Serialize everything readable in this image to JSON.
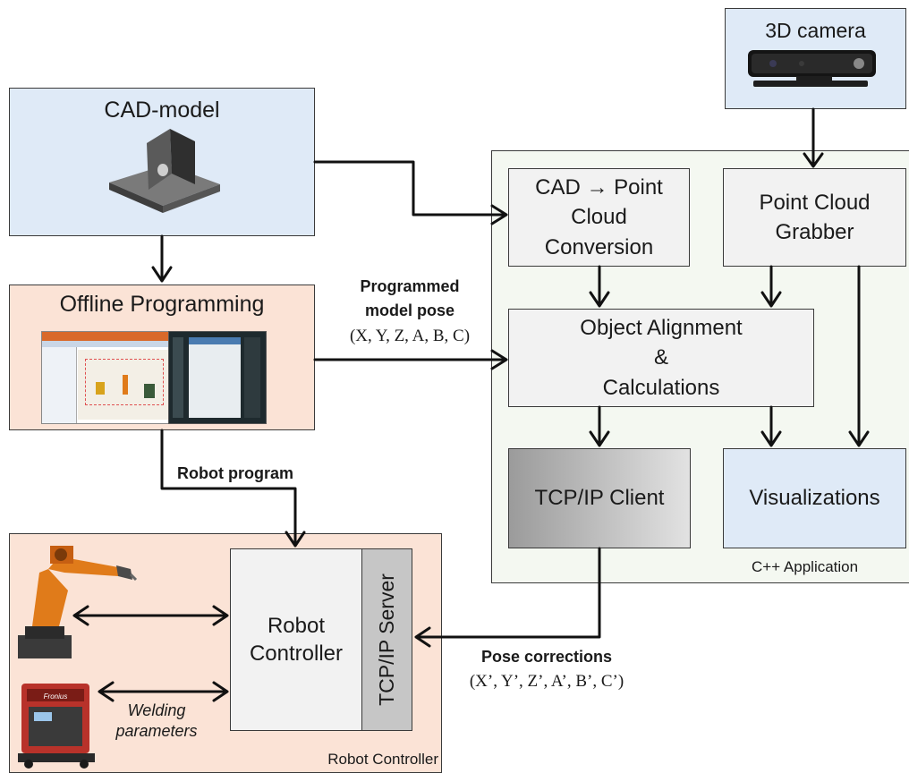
{
  "diagram": {
    "camera": {
      "title": "3D camera"
    },
    "cad": {
      "title": "CAD-model"
    },
    "offline": {
      "title": "Offline Programming"
    },
    "app": {
      "label": "C++ Application",
      "cad_to_point_lines": [
        "CAD → Point",
        "Cloud",
        "Conversion"
      ],
      "grabber_lines": [
        "Point Cloud",
        "Grabber"
      ],
      "alignment_lines": [
        "Object Alignment",
        "&",
        "Calculations"
      ],
      "tcp_client": "TCP/IP Client",
      "visualizations": "Visualizations"
    },
    "edges": {
      "programmed_pose_lines": [
        "Programmed",
        "model pose"
      ],
      "programmed_pose_values": "(X, Y, Z, A, B, C)",
      "robot_program": "Robot program",
      "pose_corrections": "Pose corrections",
      "pose_corrections_values": "(X’, Y’, Z’, A’, B’, C’)",
      "welding_parameters_lines": [
        "Welding",
        "parameters"
      ]
    },
    "controller": {
      "label": "Robot Controller",
      "inner_lines": [
        "Robot",
        "Controller"
      ],
      "server": "TCP/IP Server"
    },
    "colors": {
      "blue_fill": "#dfeaf7",
      "peach_fill": "#fbe3d6",
      "app_fill": "#f4f8f1",
      "gray_fill": "#f2f2f2",
      "client_gradient_dark": "#9b9b9b",
      "server_fill": "#c6c6c6",
      "robot_orange": "#e07b1a",
      "welder_red": "#b8322a"
    }
  }
}
